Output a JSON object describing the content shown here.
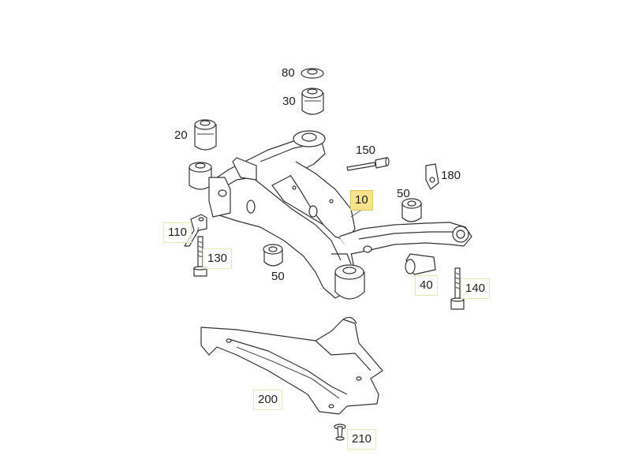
{
  "callouts": {
    "c10": "10",
    "c20": "20",
    "c30": "30",
    "c40": "40",
    "c50a": "50",
    "c50b": "50",
    "c80": "80",
    "c110": "110",
    "c130": "130",
    "c140": "140",
    "c150": "150",
    "c180": "180",
    "c200": "200",
    "c210": "210"
  },
  "selected_callout": "10",
  "colors": {
    "highlight": "#f7e38b",
    "line": "#333333",
    "box_border": "#ece6b8"
  }
}
